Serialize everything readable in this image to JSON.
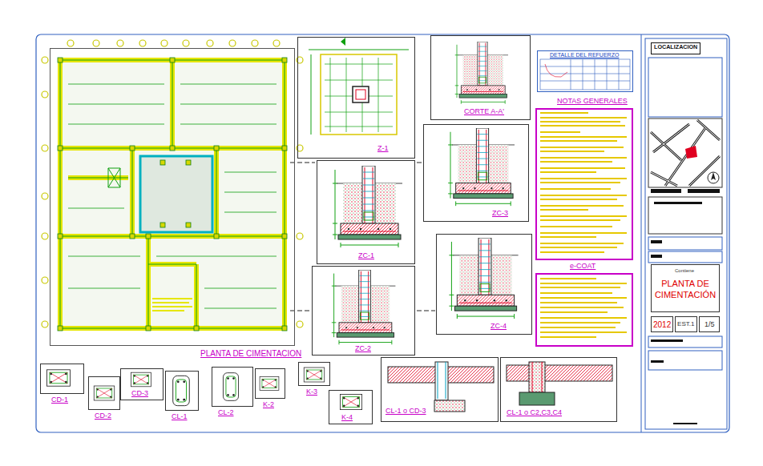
{
  "diagram": {
    "nodes": [
      {
        "text": [
          "PLANTA DE CIMENTACION"
        ]
      },
      {
        "text": [
          "Z-1"
        ]
      },
      {
        "text": [
          "CORTE A-A'"
        ]
      },
      {
        "text": [
          "DETALLE DEL REFUERZO"
        ]
      },
      {
        "text": [
          "NOTAS GENERALES"
        ]
      },
      {
        "text": [
          "ZC-1"
        ]
      },
      {
        "text": [
          "ZC-3"
        ]
      },
      {
        "text": [
          "ZC-2"
        ]
      },
      {
        "text": [
          "ZC-4"
        ]
      },
      {
        "text": [
          "e-COAT"
        ]
      },
      {
        "text": [
          "LOCALIZACION"
        ]
      },
      {
        "text": [
          "Contiene",
          "PLANTA DE CIMENTACIÓN"
        ]
      },
      {
        "text": [
          "2012"
        ]
      },
      {
        "text": [
          "EST.1"
        ]
      },
      {
        "text": [
          "1/5"
        ]
      },
      {
        "text": [
          "CD-1"
        ]
      },
      {
        "text": [
          "CD-2"
        ]
      },
      {
        "text": [
          "CD-3"
        ]
      },
      {
        "text": [
          "CL-1"
        ]
      },
      {
        "text": [
          "CL-2"
        ]
      },
      {
        "text": [
          "K-2"
        ]
      },
      {
        "text": [
          "K-3"
        ]
      },
      {
        "text": [
          "K-4"
        ]
      },
      {
        "text": [
          "CL-1 o CD-3"
        ]
      },
      {
        "text": [
          "CL-1 o C2,C3,C4"
        ]
      }
    ]
  }
}
